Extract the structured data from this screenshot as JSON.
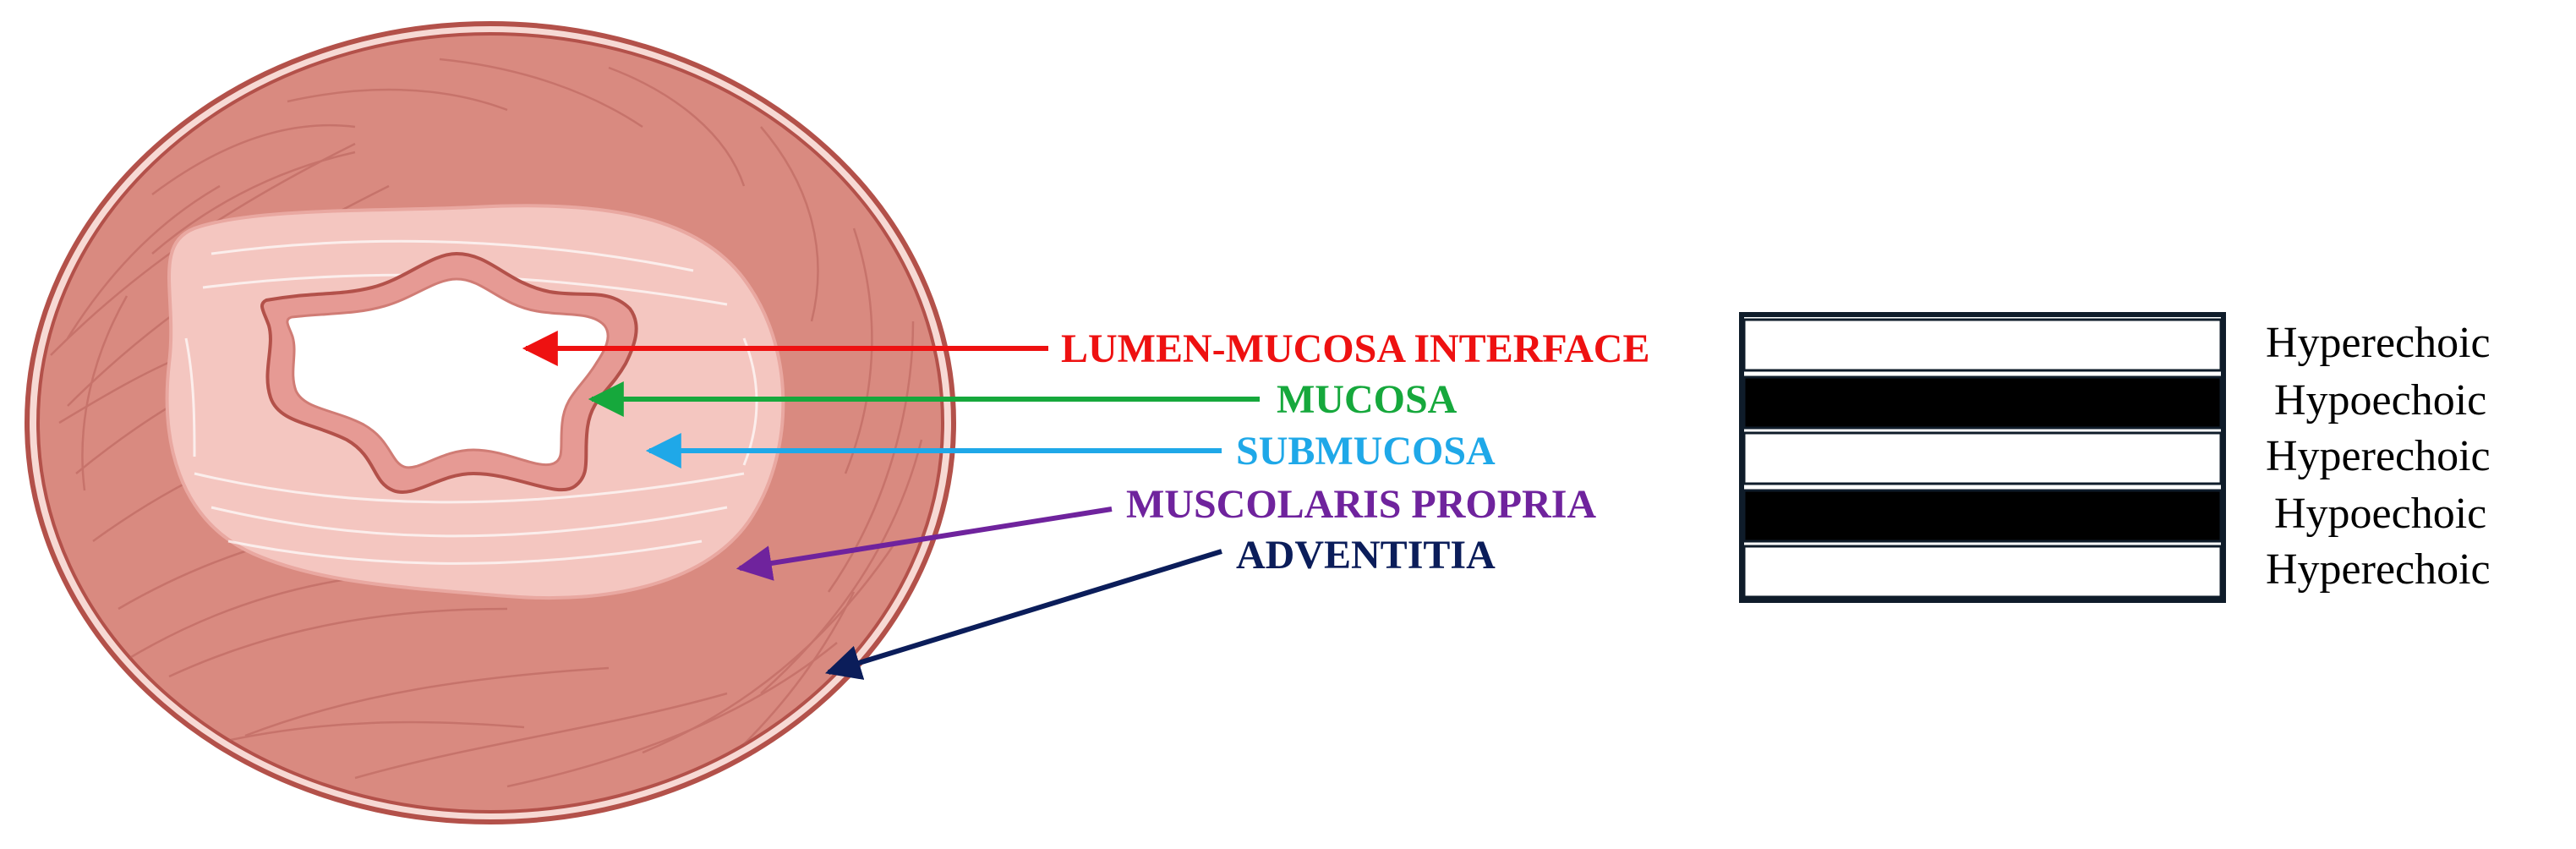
{
  "layers": [
    {
      "label": "LUMEN-MUCOSA INTERFACE",
      "color": "#ee1111"
    },
    {
      "label": "MUCOSA",
      "color": "#16a83c"
    },
    {
      "label": "SUBMUCOSA",
      "color": "#1fa8e8"
    },
    {
      "label": "MUSCOLARIS PROPRIA",
      "color": "#6f239d"
    },
    {
      "label": "ADVENTITIA",
      "color": "#0b1d5a"
    }
  ],
  "echo_bands": [
    {
      "label": "Hyperechoic",
      "fill": "#ffffff"
    },
    {
      "label": "Hypoechoic",
      "fill": "#000000"
    },
    {
      "label": "Hyperechoic",
      "fill": "#ffffff"
    },
    {
      "label": "Hypoechoic",
      "fill": "#000000"
    },
    {
      "label": "Hyperechoic",
      "fill": "#ffffff"
    }
  ],
  "colors": {
    "outer_wall": "#d98a80",
    "outer_rim": "#b3514a",
    "submucosa": "#f4c6c0",
    "mucosa": "#e69a94",
    "lumen": "#ffffff",
    "band_border": "#0f1c2a"
  }
}
